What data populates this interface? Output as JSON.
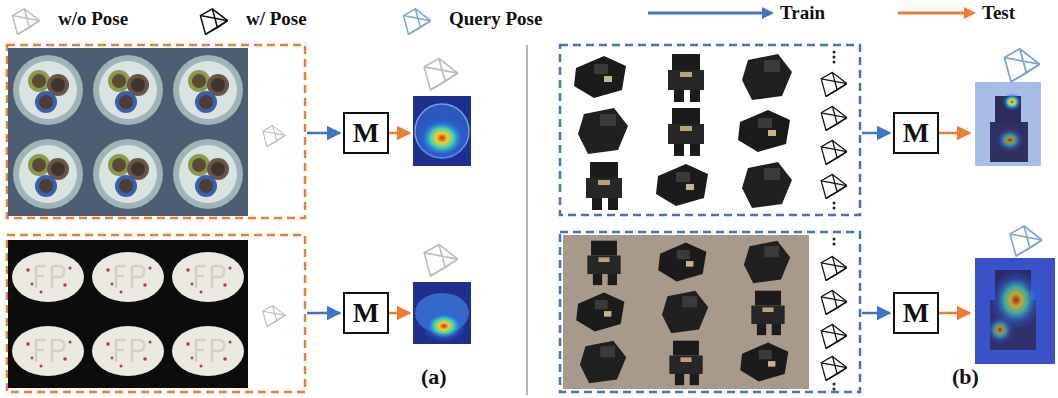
{
  "diagram": {
    "nodes": [
      {
        "text": [
          "M"
        ]
      },
      {
        "text": [
          "M"
        ]
      },
      {
        "text": [
          "M"
        ]
      },
      {
        "text": [
          "M"
        ]
      }
    ],
    "labels": [
      "(a)",
      "(b)"
    ],
    "legend": [
      {
        "text": "w/o Pose"
      },
      {
        "text": "w/ Pose"
      },
      {
        "text": "Query Pose"
      },
      {
        "text": "Train"
      },
      {
        "text": "Test"
      }
    ]
  }
}
